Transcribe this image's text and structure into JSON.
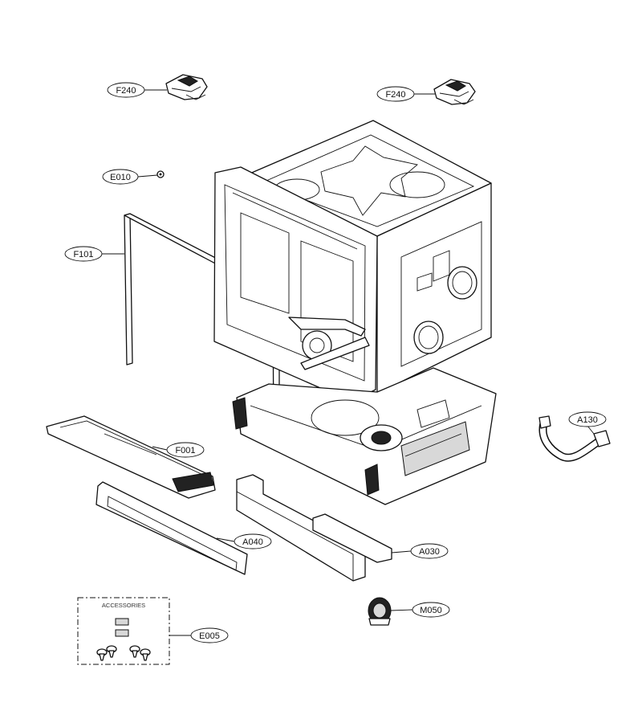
{
  "callouts": {
    "f240_left": "F240",
    "f240_right": "F240",
    "e010": "E010",
    "f101": "F101",
    "f001": "F001",
    "a130": "A130",
    "a040": "A040",
    "a030": "A030",
    "m050": "M050",
    "e005": "E005"
  },
  "accessories_box": {
    "title": "ACCESSORIES"
  }
}
